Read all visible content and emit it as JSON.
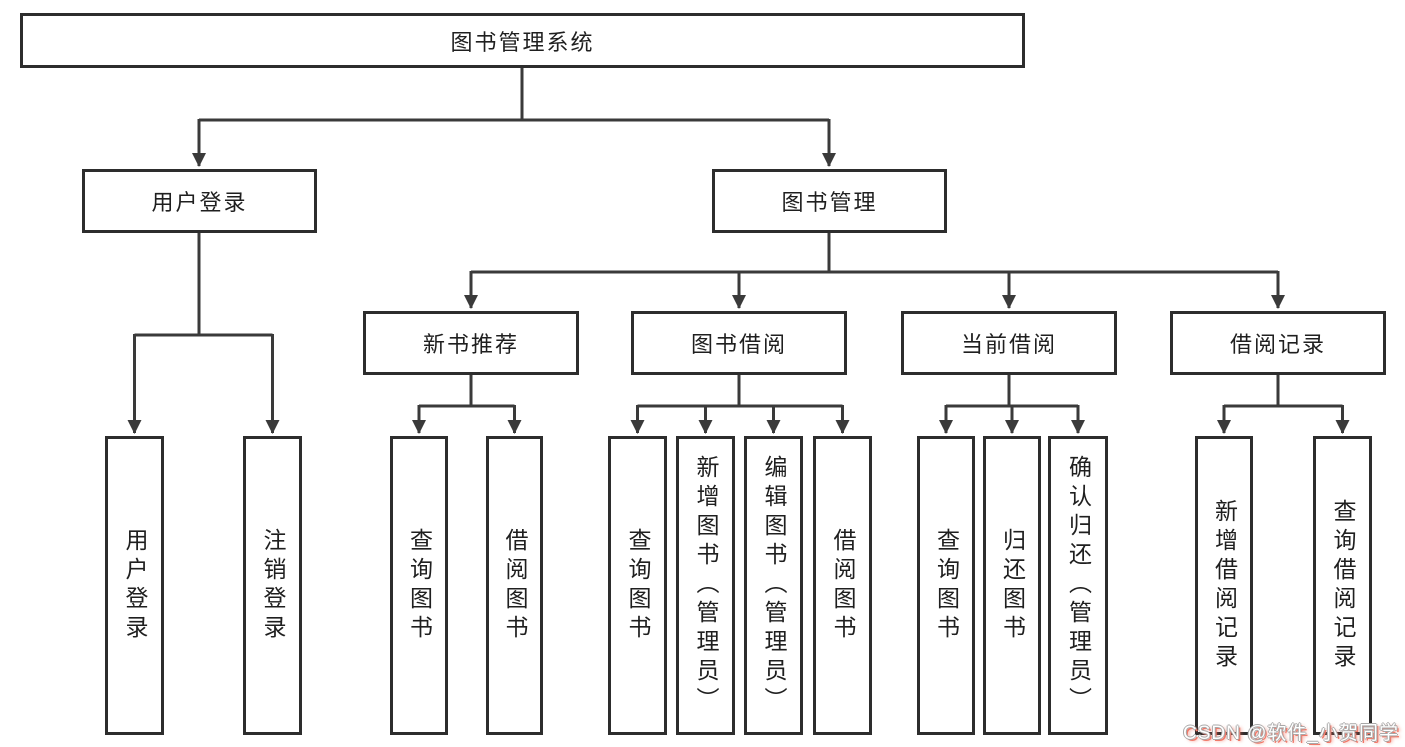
{
  "colors": {
    "background": "#ffffff",
    "box_border": "#2d2d2d",
    "connector_line": "#3a3a3a",
    "text": "#1f1f1f",
    "watermark_text": "#ffffff",
    "watermark_shadow": "#f07a6a"
  },
  "watermark": {
    "text": "CSDN @软件_小贺同学"
  },
  "tree": {
    "root": {
      "label": "图书管理系统"
    },
    "branches": [
      {
        "label": "用户登录",
        "children": [
          "用户登录",
          "注销登录"
        ]
      },
      {
        "label": "图书管理",
        "groups": [
          {
            "label": "新书推荐",
            "children": [
              "查询图书",
              "借阅图书"
            ]
          },
          {
            "label": "图书借阅",
            "children": [
              "查询图书",
              "新增图书（管理员）",
              "编辑图书（管理员）",
              "借阅图书"
            ]
          },
          {
            "label": "当前借阅",
            "children": [
              "查询图书",
              "归还图书",
              "确认归还（管理员）"
            ]
          },
          {
            "label": "借阅记录",
            "children": [
              "新增借阅记录",
              "查询借阅记录"
            ]
          }
        ]
      }
    ]
  }
}
